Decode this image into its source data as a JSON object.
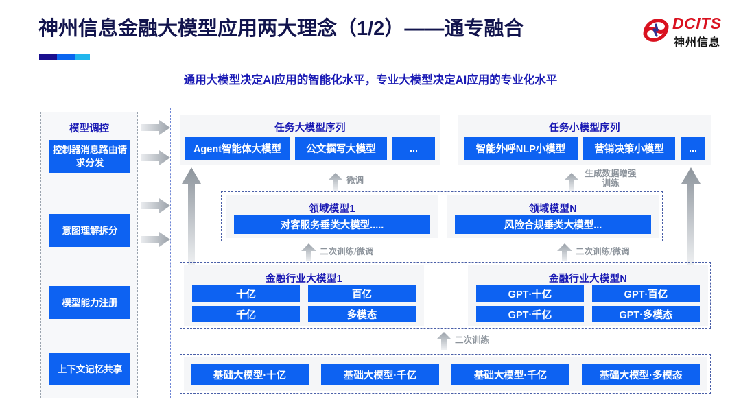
{
  "header": {
    "title": "神州信息金融大模型应用两大理念（1/2）——通专融合",
    "subtitle": "通用大模型决定AI应用的智能化水平，专业大模型决定AI应用的专业化水平",
    "logo": {
      "en": "DCITS",
      "cn": "神州信息",
      "mark": "swirl-logo-icon"
    },
    "accent_colors": [
      "#1a0f8e",
      "#0b66f0",
      "#21b6ed"
    ]
  },
  "colors": {
    "box_blue": "#0d62f2",
    "title_blue": "#1a1ab4",
    "panel_gray": "#f5f6f8",
    "dash_blue": "#4a5fa8",
    "arrow_gray": "#9aa1a9",
    "logo_red": "#d9111f"
  },
  "sidebar": {
    "title": "模型调控",
    "items": [
      {
        "label": "控制器消息路由请求分发"
      },
      {
        "label": "意图理解拆分"
      },
      {
        "label": "模型能力注册"
      },
      {
        "label": "上下文记忆共享"
      }
    ]
  },
  "rows": {
    "task_large": {
      "title": "任务大模型序列",
      "boxes": [
        "Agent智能体大模型",
        "公文撰写大模型",
        "..."
      ]
    },
    "task_small": {
      "title": "任务小模型序列",
      "boxes": [
        "智能外呼NLP小模型",
        "营销决策小模型",
        "..."
      ]
    },
    "domain_left": {
      "title": "领域模型1",
      "box": "对客服务垂类大模型....."
    },
    "domain_right": {
      "title": "领域模型N",
      "box": "风险合规垂类大模型..."
    },
    "industry_left": {
      "title": "金融行业大模型1",
      "boxes": [
        "十亿",
        "百亿",
        "千亿",
        "多模态"
      ]
    },
    "industry_right": {
      "title": "金融行业大模型N",
      "boxes": [
        "GPT·十亿",
        "GPT·百亿",
        "GPT·千亿",
        "GPT·多模态"
      ]
    },
    "base": {
      "boxes": [
        "基础大模型·十亿",
        "基础大模型·千亿",
        "基础大模型·千亿",
        "基础大模型·多模态"
      ]
    }
  },
  "arrow_labels": {
    "fine_tune": "微调",
    "gen_data_aug": "生成数据增强训练",
    "retrain_finetune_left": "二次训练/微调",
    "retrain_finetune_right": "二次训练/微调",
    "retrain": "二次训练"
  }
}
